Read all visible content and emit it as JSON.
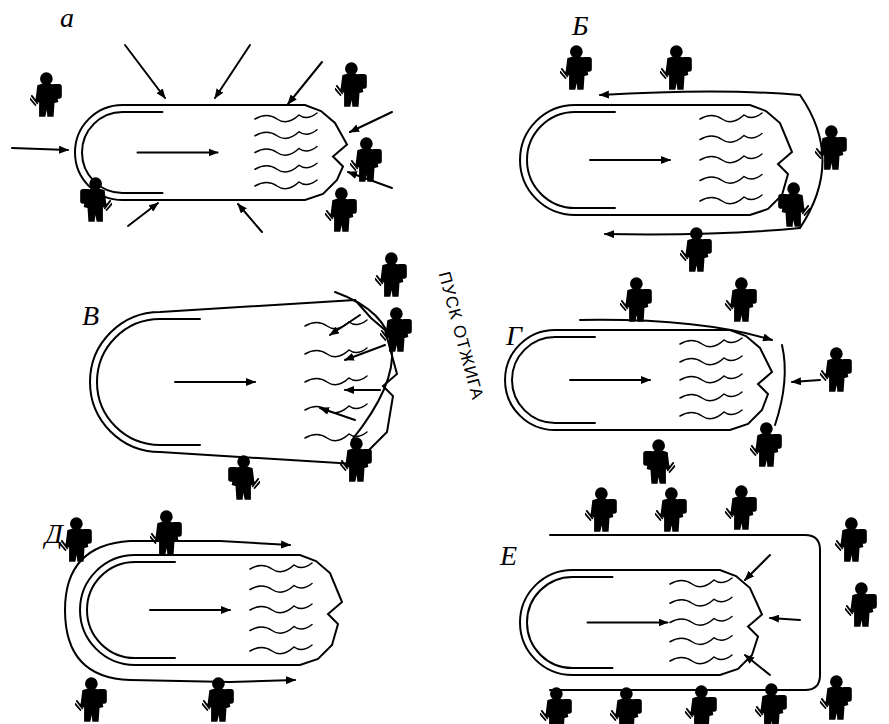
{
  "diagram": {
    "labels": [
      "а",
      "Б",
      "В",
      "Г",
      "Д",
      "Е",
      "ПУСК ОТЖИГА"
    ]
  }
}
